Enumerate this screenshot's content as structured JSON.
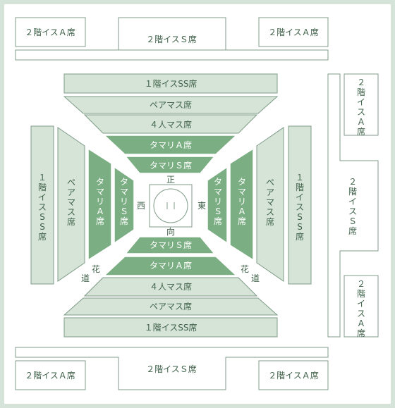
{
  "labels": {
    "tier2_A": "２階イスＡ席",
    "tier2_S": "２階イスＳ席",
    "tier1_SS": "１階イスSS席",
    "pair": "ペアマス席",
    "masu4": "４人マス席",
    "tamariA": "タマリＡ席",
    "tamariS": "タマリＳ席",
    "v_tier2_A": "２階イスＡ席",
    "v_tier2_S": "２階イスＳ席",
    "v_tier1_SS": "１階イスSS席",
    "v_pair": "ペアマス席",
    "v_tamariA": "タマリＡ席",
    "v_tamariS": "タマリＳ席",
    "hanamichi": "花道",
    "dir_north": "正",
    "dir_south": "向",
    "dir_west": "西",
    "dir_east": "東"
  },
  "colors": {
    "frame": "#d6e3d8",
    "light": "#d5e4d6",
    "dark": "#7bae83",
    "text": "#3f6149",
    "stroke": "#7f9b88"
  }
}
